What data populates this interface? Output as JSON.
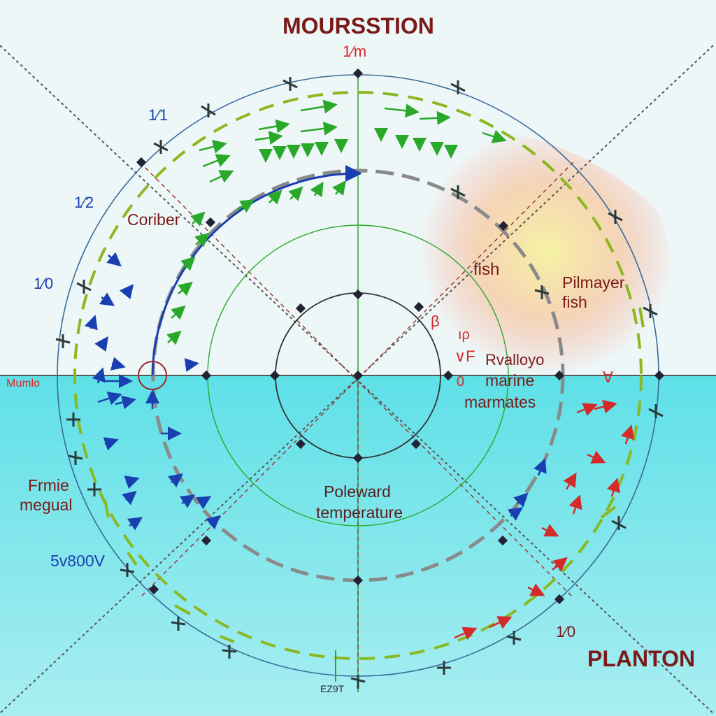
{
  "title": "MOURSSTION",
  "labels": {
    "top_tick": "1⁄m",
    "ring_left_1": "1⁄1",
    "ring_left_2": "1⁄2",
    "ring_left_3": "1⁄0",
    "coriber": "Coriber",
    "fish": "fish",
    "pilmayer": "Pilmayer",
    "pilmayer_fish": "fish",
    "rvalloyo": "Rvalloyo",
    "marine": "marine",
    "marmates": "marmates",
    "mumlo": "Mumlo",
    "frmie": "Frmie",
    "megual": "megual",
    "voltage": "5v800V",
    "poleward": "Poleward",
    "temperature": "temperature",
    "ring_right_bottom": "1⁄0",
    "planton": "PLANTON",
    "bottom_code": "EZ9T",
    "glyph_a": "β",
    "glyph_b": "ıρ",
    "glyph_c": "∨F",
    "glyph_d": "0",
    "glyph_e": "∀"
  },
  "colors": {
    "title": "#7a1a1a",
    "dark_red": "#7a1a1a",
    "red": "#d42a2a",
    "blue": "#1a3fb0",
    "green": "#2aa82a",
    "yellow_green": "#8ab820",
    "gray": "#8a8a8a",
    "ocean": "#5fe0e6",
    "sky": "#eef7f7"
  }
}
